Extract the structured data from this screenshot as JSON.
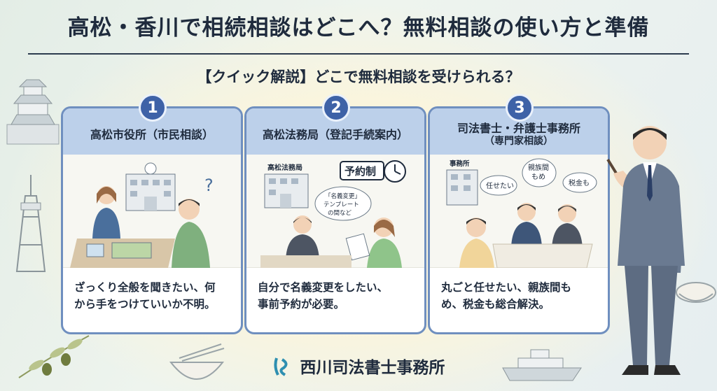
{
  "title": "高松・香川で相続相談はどこへ？無料相談の使い方と準備",
  "subtitle": "【クイック解説】どこで無料相談を受けられる？",
  "cards": [
    {
      "number": "1",
      "heading": "高松市役所（市民相談）",
      "heading2": "",
      "body_line1": "ざっくり全般を聞きたい、何",
      "body_line2": "から手をつけていいか不明。"
    },
    {
      "number": "2",
      "heading": "高松法務局（登記手続案内）",
      "heading2": "",
      "sign": "高松法務局",
      "badge": "予約制",
      "bubble_line1": "「名義変更」",
      "bubble_line2": "テンプレート",
      "bubble_line3": "の間など",
      "body_line1": "自分で名義変更をしたい、",
      "body_line2": "事前予約が必要。"
    },
    {
      "number": "3",
      "heading": "司法書士・弁護士事務所",
      "heading2": "（専門家相談）",
      "sign": "事務所",
      "bubble_a": "任せたい",
      "bubble_b_line1": "親族間",
      "bubble_b_line2": "もめ",
      "bubble_c": "税金も",
      "body_line1": "丸ごと任せたい、親族間も",
      "body_line2": "め、税金も総合解決。"
    }
  ],
  "footer": "西川司法書士事務所",
  "colors": {
    "accent": "#3e62a7",
    "card_border": "#6f8fbf",
    "card_head": "#bcd0ea"
  }
}
